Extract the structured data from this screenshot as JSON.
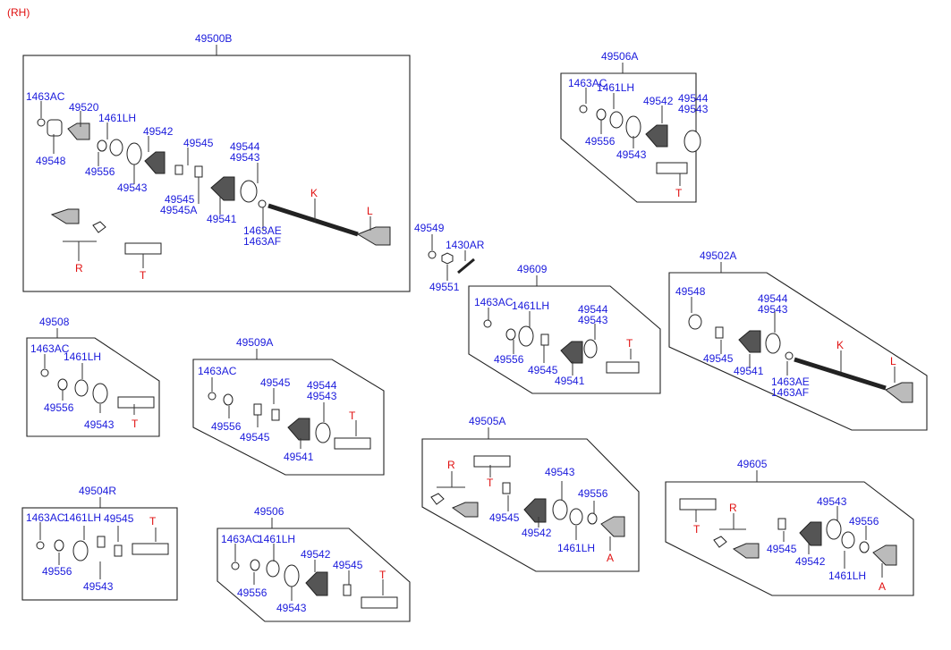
{
  "header": {
    "side_label": "(RH)"
  },
  "groups": {
    "g49500B": {
      "title": "49500B",
      "labels": [
        "1463AC",
        "49520",
        "1461LH",
        "49548",
        "49556",
        "49542",
        "49545",
        "49544",
        "49543",
        "49543",
        "49545",
        "49545A",
        "49541",
        "1463AE",
        "1463AF",
        "K",
        "L",
        "R",
        "T"
      ]
    },
    "g49506A": {
      "title": "49506A",
      "labels": [
        "1463AC",
        "1461LH",
        "49542",
        "49544",
        "49543",
        "49556",
        "49543",
        "T"
      ]
    },
    "g49549": {
      "labels": [
        "49549",
        "1430AR",
        "49551"
      ]
    },
    "g49609": {
      "title": "49609",
      "labels": [
        "1463AC",
        "1461LH",
        "49544",
        "49543",
        "T",
        "49556",
        "49545",
        "49541"
      ]
    },
    "g49502A": {
      "title": "49502A",
      "labels": [
        "49548",
        "49544",
        "49543",
        "K",
        "49545",
        "49541",
        "1463AE",
        "1463AF",
        "L"
      ]
    },
    "g49508": {
      "title": "49508",
      "labels": [
        "1463AC",
        "1461LH",
        "49556",
        "49543",
        "T"
      ]
    },
    "g49509A": {
      "title": "49509A",
      "labels": [
        "1463AC",
        "49545",
        "49544",
        "49543",
        "T",
        "49556",
        "49545",
        "49541"
      ]
    },
    "g49505A": {
      "title": "49505A",
      "labels": [
        "R",
        "T",
        "49543",
        "49556",
        "49545",
        "49542",
        "1461LH",
        "A"
      ]
    },
    "g49605": {
      "title": "49605",
      "labels": [
        "T",
        "R",
        "49543",
        "49556",
        "49545",
        "49542",
        "1461LH",
        "A"
      ]
    },
    "g49504R": {
      "title": "49504R",
      "labels": [
        "1463AC",
        "1461LH",
        "49545",
        "T",
        "49556",
        "49543"
      ]
    },
    "g49506": {
      "title": "49506",
      "labels": [
        "1463AC",
        "1461LH",
        "49542",
        "49545",
        "T",
        "49556",
        "49543"
      ]
    }
  },
  "colors": {
    "part_number": "#1a1adc",
    "reference_letter": "#e01010",
    "outline": "#222222"
  }
}
